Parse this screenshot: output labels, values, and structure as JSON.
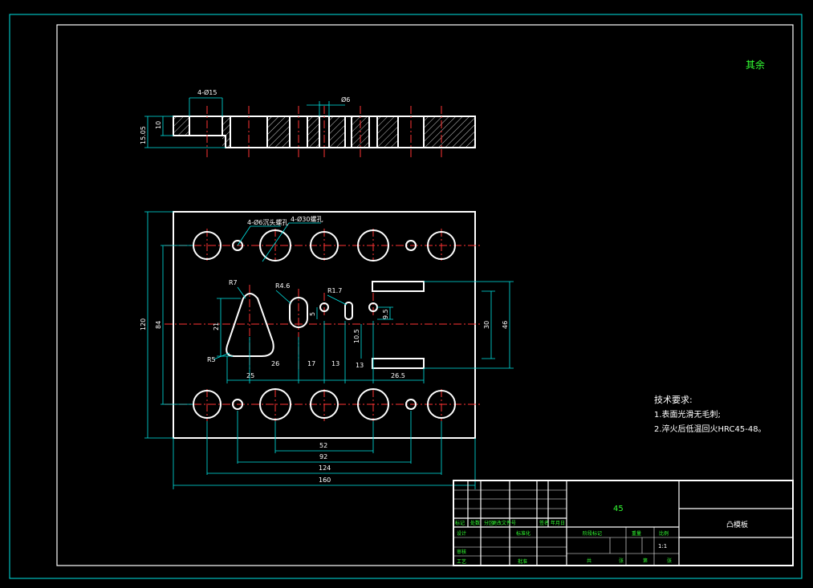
{
  "drawing": {
    "corner_mark": "其余",
    "tech_req_title": "技术要求:",
    "tech_req_lines": [
      "1.表面光滑无毛刺;",
      "2.淬火后低温回火HRC45-48。"
    ]
  },
  "views": {
    "side": {
      "callout_holes": "4-Ø15",
      "callout_center": "Ø6",
      "dim_height_outer": "15.05",
      "dim_height_inner": "10"
    },
    "plan": {
      "callout_a": "4-Ø6沉头螺孔",
      "callout_b": "4-Ø30螺孔",
      "r_large": "R7",
      "r_slot": "R4.6",
      "r_small": "R1.7",
      "r_corner": "R5",
      "dim_left_outer": "120",
      "dim_left_inner": "84",
      "dim_cavity_height": "21",
      "dim_small_a": "5",
      "dim_small_b": "10.5",
      "dim_small_c": "9.5",
      "dim_right_inner": "30",
      "dim_right_outer": "46",
      "dim_row": [
        "25",
        "26",
        "17",
        "13",
        "13",
        "26.5"
      ],
      "dim_bottom": [
        "52",
        "92",
        "124",
        "160"
      ]
    }
  },
  "title_block": {
    "material": "45",
    "part_name": "凸模板",
    "scale": "1:1",
    "row_labels": [
      "标记",
      "处数",
      "分区",
      "更改文件号",
      "签名",
      "年月日"
    ],
    "left_labels": [
      "设计",
      "标准化",
      "审核",
      "工艺",
      "批准"
    ],
    "mid_labels": [
      "阶段标记",
      "重量",
      "比例"
    ],
    "sheet_labels": [
      "共",
      "张",
      "第",
      "张"
    ]
  }
}
